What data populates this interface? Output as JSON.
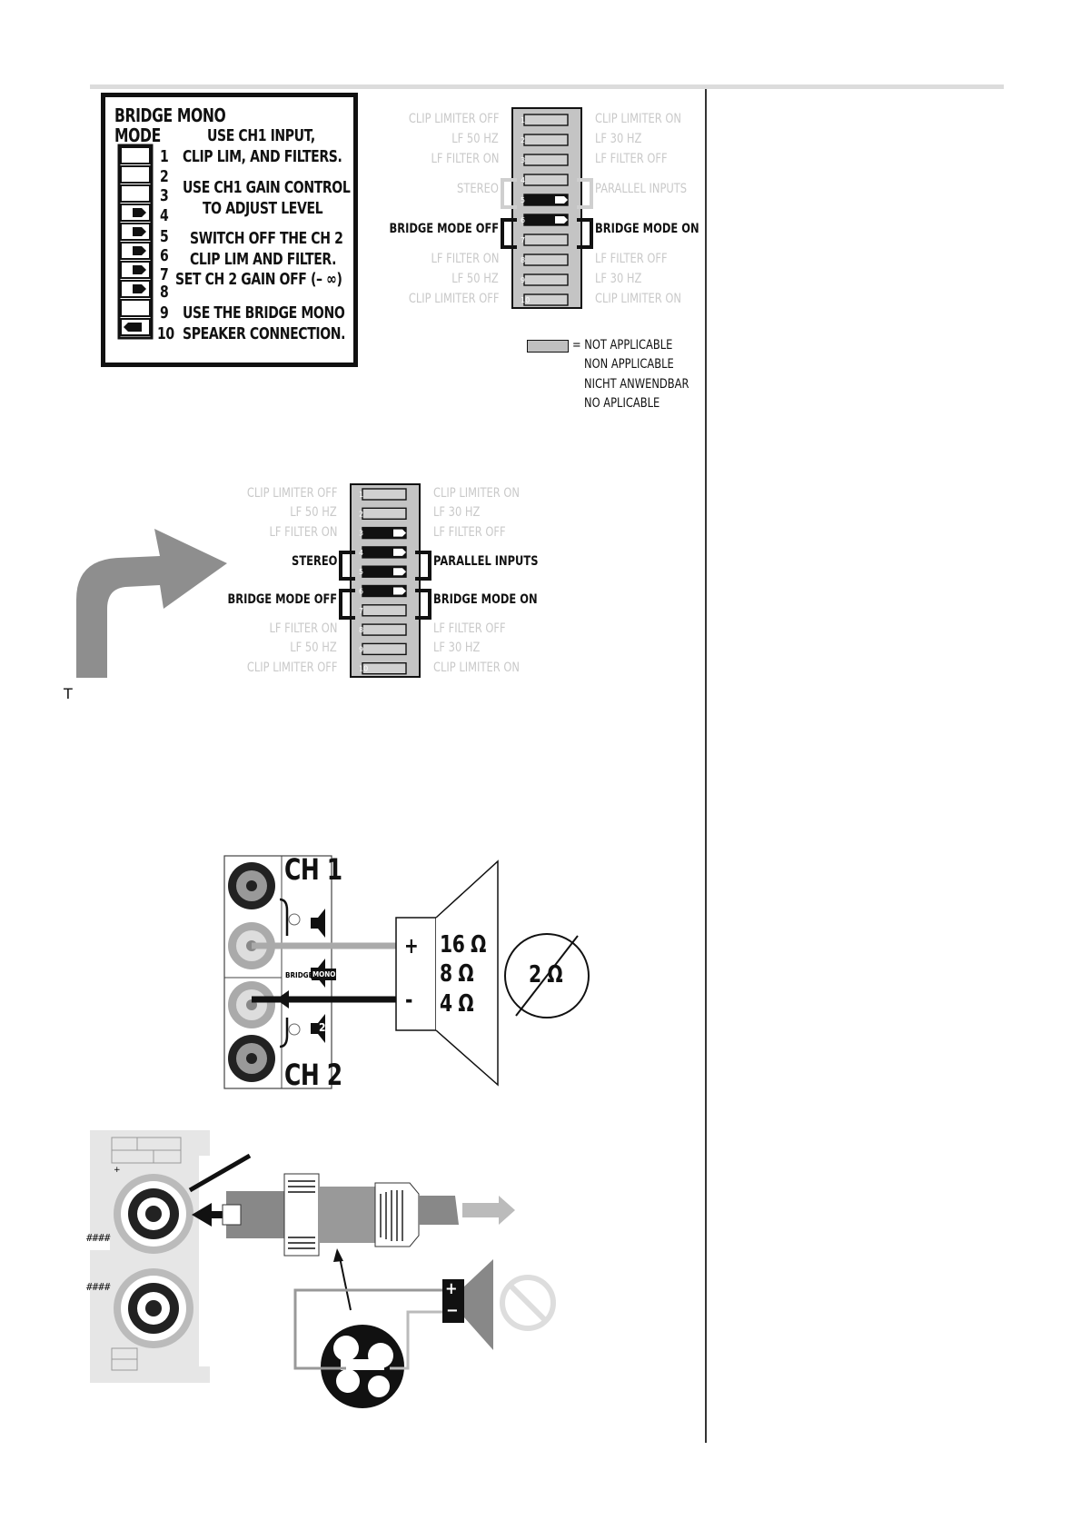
{
  "box": {
    "title_line1": "BRIDGE MONO",
    "title_line2": "MODE",
    "rows": [
      {
        "num": "1",
        "text": "CLIP LIM, AND FILTERS."
      },
      {
        "num": "2",
        "text": ""
      },
      {
        "num": "3",
        "text": "USE CH1 GAIN CONTROL"
      },
      {
        "num": "4",
        "text": "TO ADJUST LEVEL"
      },
      {
        "num": "5",
        "text": "SWITCH OFF THE CH 2"
      },
      {
        "num": "6",
        "text": "CLIP LIM AND FILTER."
      },
      {
        "num": "7",
        "text": "SET CH 2 GAIN OFF (– ∞)"
      },
      {
        "num": "8",
        "text": ""
      },
      {
        "num": "9",
        "text": "USE THE BRIDGE MONO"
      },
      {
        "num": "10",
        "text": "SPEAKER CONNECTION."
      }
    ],
    "header_text": "USE CH1 INPUT,",
    "switch_states": [
      "off",
      "off",
      "off",
      "on",
      "on",
      "on",
      "on",
      "on",
      "off",
      "off"
    ]
  },
  "dip_top": {
    "left_labels": [
      "CLIP LIMITER OFF",
      "LF 50 HZ",
      "LF FILTER ON",
      "STEREO",
      "BRIDGE MODE OFF",
      "LF FILTER ON",
      "LF 50 HZ",
      "CLIP LIMITER OFF"
    ],
    "right_labels": [
      "CLIP LIMITER ON",
      "LF 30 HZ",
      "LF FILTER OFF",
      "PARALLEL INPUTS",
      "BRIDGE MODE ON",
      "LF FILTER OFF",
      "LF 30 HZ",
      "CLIP LIMITER ON"
    ],
    "active_rows": [
      5,
      6
    ]
  },
  "legend": {
    "lines": [
      "= NOT APPLICABLE",
      "NON APPLICABLE",
      "NICHT ANWENDBAR",
      "NO APLICABLE"
    ]
  },
  "dip_bottom": {
    "left_labels": [
      "CLIP LIMITER OFF",
      "LF 50 HZ",
      "LF FILTER ON",
      "STEREO",
      "BRIDGE MODE OFF",
      "LF FILTER ON",
      "LF 50 HZ",
      "CLIP LIMITER OFF"
    ],
    "right_labels": [
      "CLIP LIMITER ON",
      "LF 30 HZ",
      "LF FILTER OFF",
      "PARALLEL INPUTS",
      "BRIDGE MODE ON",
      "LF FILTER OFF",
      "LF 30 HZ",
      "CLIP LIMITER ON"
    ],
    "active_rows": [
      3,
      4,
      5,
      6
    ]
  },
  "stray_letter": "T",
  "amp_diagram": {
    "ch1": "CH 1",
    "ch2": "CH 2",
    "plus": "+",
    "minus": "-",
    "bridge": "BRIDGE",
    "mono": "MONO",
    "two": "2",
    "impedances": [
      "16 Ω",
      "8 Ω",
      "4 Ω"
    ],
    "forbidden": "2 Ω"
  },
  "connector_diagram": {
    "plus": "+",
    "minus": "−"
  }
}
